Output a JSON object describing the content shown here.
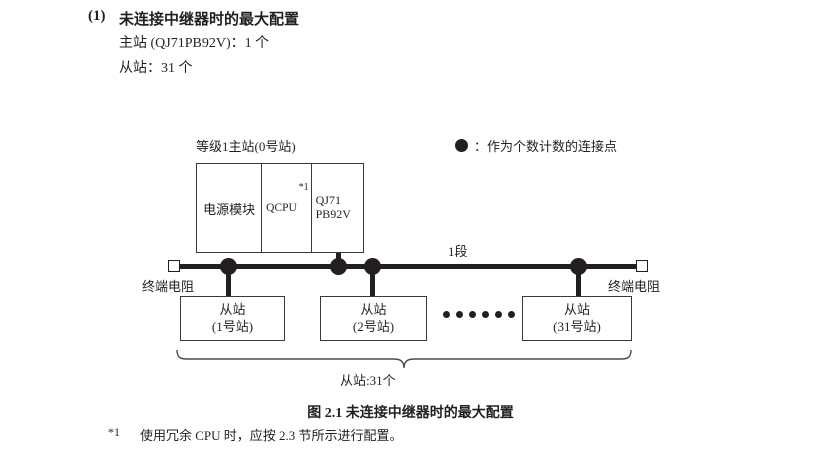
{
  "heading": {
    "number": "(1)",
    "title": "未连接中继器时的最大配置",
    "spec_master": "主站 (QJ71PB92V)：1 个",
    "spec_slave": "从站：31 个"
  },
  "legend": {
    "dot_icon": "filled-circle-icon",
    "text": "：作为个数计数的连接点"
  },
  "diagram": {
    "rack_label": "等级1主站(0号站)",
    "rack_cells": {
      "power": "电源模块",
      "cpu": "QCPU",
      "cpu_footnote": "*1",
      "master_line1": "QJ71",
      "master_line2": "PB92V"
    },
    "segment_label": "1段",
    "terminal_left": "终端电阻",
    "terminal_right": "终端电阻",
    "slaves": [
      {
        "name": "从站",
        "station": "(1号站)"
      },
      {
        "name": "从站",
        "station": "(2号站)"
      },
      {
        "name": "从站",
        "station": "(31号站)"
      }
    ],
    "ellipsis_dot_count": 6,
    "brace_label": "从站:31个"
  },
  "caption": "图 2.1  未连接中继器时的最大配置",
  "footnote": {
    "mark": "*1",
    "text": "使用冗余 CPU 时，应按 2.3 节所示进行配置。"
  },
  "colors": {
    "ink": "#231f20",
    "rule": "#3a3a3a",
    "page": "#ffffff"
  }
}
